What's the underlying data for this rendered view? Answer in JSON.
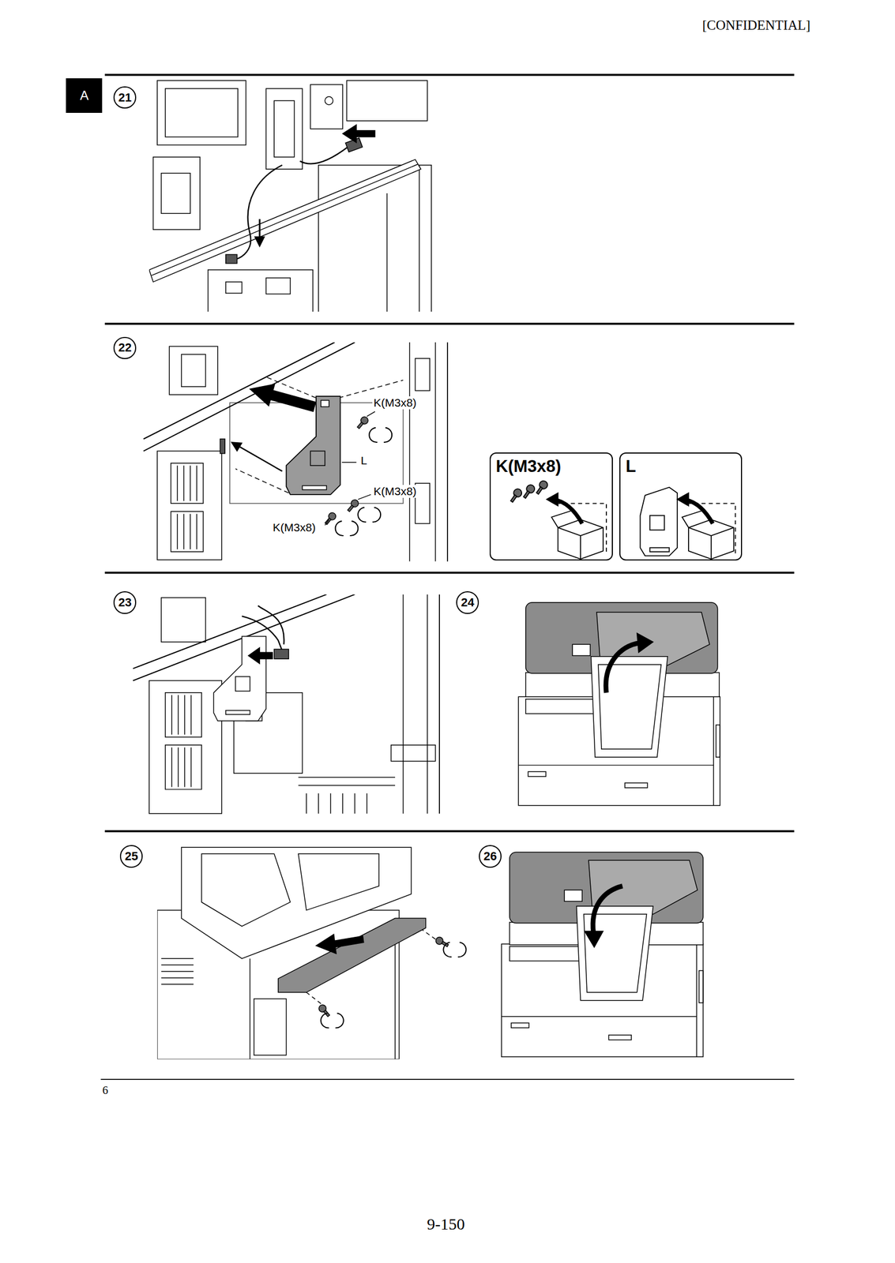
{
  "diagram": {
    "nodes": [
      {
        "text": [
          "A"
        ]
      },
      {
        "text": [
          "21"
        ]
      },
      {
        "text": [
          "22"
        ]
      },
      {
        "text": [
          "K(M3x8)"
        ]
      },
      {
        "text": [
          "L"
        ]
      },
      {
        "text": [
          "23"
        ]
      },
      {
        "text": [
          "24"
        ]
      },
      {
        "text": [
          "25"
        ]
      },
      {
        "text": [
          "26"
        ]
      }
    ],
    "edges": [],
    "labels": [
      "[CONFIDENTIAL]",
      "K(M3x8)",
      "L",
      "K(M3x8)",
      "K(M3x8)",
      "6",
      "9-150"
    ]
  }
}
